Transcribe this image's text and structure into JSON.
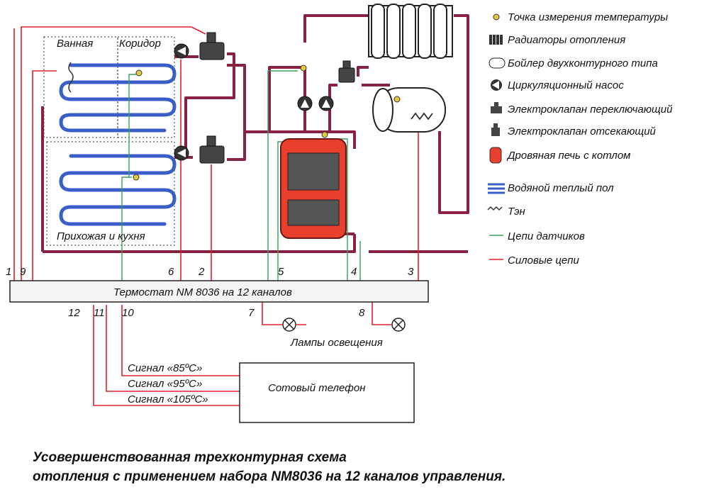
{
  "rooms": {
    "bathroom": "Ванная",
    "corridor": "Коридор",
    "hall_kitchen": "Прихожая и кухня"
  },
  "thermostat": {
    "label": "Термостат NM 8036 на 12 каналов"
  },
  "channels": {
    "top": [
      "1",
      "9",
      "6",
      "2",
      "5",
      "4",
      "3"
    ],
    "bottom": [
      "12",
      "11",
      "10",
      "7",
      "8"
    ]
  },
  "lamps": {
    "label": "Лампы освещения"
  },
  "phone": {
    "label": "Сотовый телефон",
    "signals": [
      "Сигнал «85ºC»",
      "Сигнал «95ºC»",
      "Сигнал «105ºC»"
    ]
  },
  "legend": [
    {
      "icon": "temperature-point-icon",
      "label": "Точка измерения температуры"
    },
    {
      "icon": "radiator-icon",
      "label": "Радиаторы отопления"
    },
    {
      "icon": "boiler-icon",
      "label": "Бойлер двухконтурного типа"
    },
    {
      "icon": "pump-icon",
      "label": "Циркуляционный насос"
    },
    {
      "icon": "switch-valve-icon",
      "label": "Электроклапан переключающий"
    },
    {
      "icon": "shutoff-valve-icon",
      "label": "Электроклапан отсекающий"
    },
    {
      "icon": "stove-icon",
      "label": "Дровяная печь с котлом"
    },
    {
      "icon": "floor-heating-icon",
      "label": "Водяной теплый пол"
    },
    {
      "icon": "heater-element-icon",
      "label": "Тэн"
    },
    {
      "icon": "sensor-circuit-icon",
      "label": "Цепи датчиков"
    },
    {
      "icon": "power-circuit-icon",
      "label": "Силовые цепи"
    }
  ],
  "caption": {
    "line1": "Усовершенствованная трехконтурная схема",
    "line2": "отопления с применением набора NM8036 на 12 каналов управления."
  },
  "colors": {
    "power": "#e0202a",
    "sensor": "#3aa05a",
    "pipe": "#8a2040",
    "floor": "#3a5ec8",
    "stove": "#e8402c"
  }
}
